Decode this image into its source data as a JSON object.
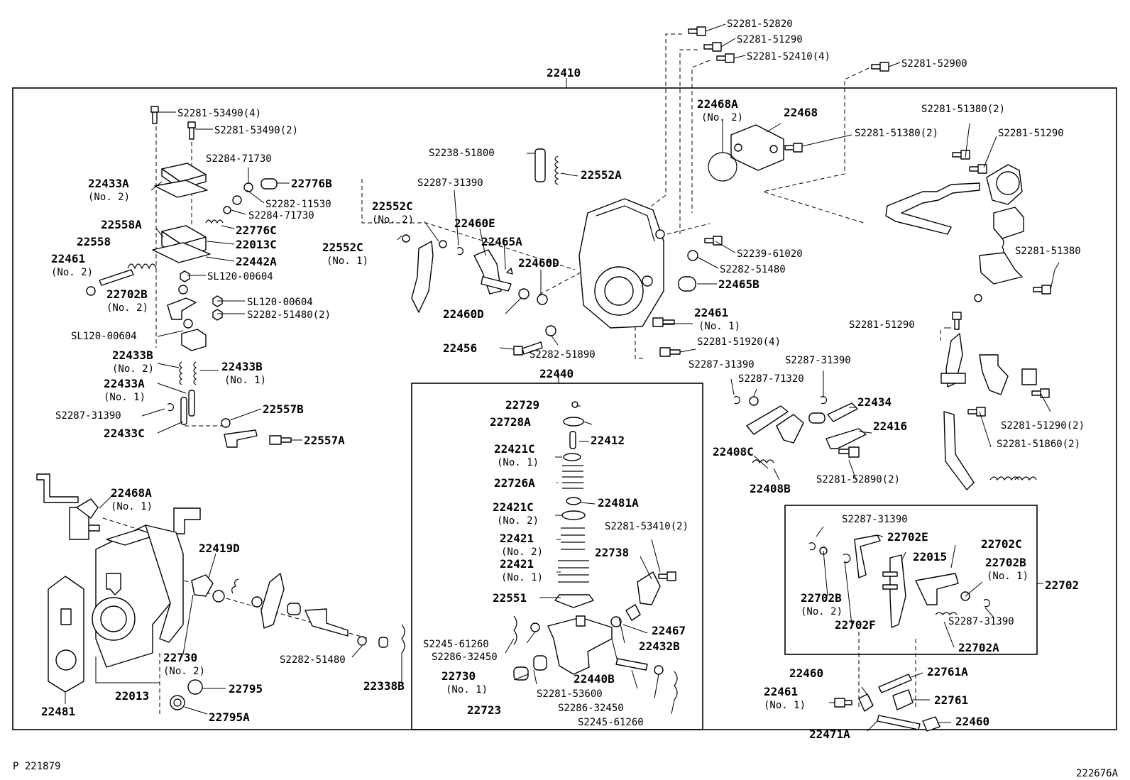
{
  "footer": {
    "left": "P 221879",
    "right": "222676A"
  },
  "labels": [
    {
      "id": "l22410",
      "text": "22410"
    },
    {
      "id": "lS2281_52820",
      "text": "S2281-52820"
    },
    {
      "id": "lS2281_51290a",
      "text": "S2281-51290"
    },
    {
      "id": "lS2281_52410",
      "text": "S2281-52410(4)"
    },
    {
      "id": "lS2281_52900",
      "text": "S2281-52900"
    },
    {
      "id": "lS2281_53490_4",
      "text": "S2281-53490(4)"
    },
    {
      "id": "lS2281_53490_2",
      "text": "S2281-53490(2)"
    },
    {
      "id": "lS2284_71730a",
      "text": "S2284-71730"
    },
    {
      "id": "l22433A_2",
      "text": "22433A"
    },
    {
      "id": "l22433A_2n",
      "text": "(No. 2)"
    },
    {
      "id": "l22776B",
      "text": "22776B"
    },
    {
      "id": "lS2282_11530",
      "text": "S2282-11530"
    },
    {
      "id": "lS2284_71730b",
      "text": "S2284-71730"
    },
    {
      "id": "l22558A",
      "text": "22558A"
    },
    {
      "id": "l22558",
      "text": "22558"
    },
    {
      "id": "l22776C",
      "text": "22776C"
    },
    {
      "id": "l22013C",
      "text": "22013C"
    },
    {
      "id": "l22442A",
      "text": "22442A"
    },
    {
      "id": "l22461_2",
      "text": "22461"
    },
    {
      "id": "l22461_2n",
      "text": "(No. 2)"
    },
    {
      "id": "lSL120a",
      "text": "SL120-00604"
    },
    {
      "id": "l22702B_2a",
      "text": "22702B"
    },
    {
      "id": "l22702B_2an",
      "text": "(No. 2)"
    },
    {
      "id": "lSL120b",
      "text": "SL120-00604"
    },
    {
      "id": "lS2282_51480_2",
      "text": "S2282-51480(2)"
    },
    {
      "id": "lSL120c",
      "text": "SL120-00604"
    },
    {
      "id": "l22433B_2",
      "text": "22433B"
    },
    {
      "id": "l22433B_2n",
      "text": "(No. 2)"
    },
    {
      "id": "l22433B_1",
      "text": "22433B"
    },
    {
      "id": "l22433B_1n",
      "text": "(No. 1)"
    },
    {
      "id": "l22433A_1",
      "text": "22433A"
    },
    {
      "id": "l22433A_1n",
      "text": "(No. 1)"
    },
    {
      "id": "lS2287_31390a",
      "text": "S2287-31390"
    },
    {
      "id": "l22433C",
      "text": "22433C"
    },
    {
      "id": "l22557B",
      "text": "22557B"
    },
    {
      "id": "l22557A",
      "text": "22557A"
    },
    {
      "id": "l22468A_1",
      "text": "22468A"
    },
    {
      "id": "l22468A_1n",
      "text": "(No. 1)"
    },
    {
      "id": "l22419D",
      "text": "22419D"
    },
    {
      "id": "l22730_2",
      "text": "22730"
    },
    {
      "id": "l22730_2n",
      "text": "(No. 2)"
    },
    {
      "id": "l22795",
      "text": "22795"
    },
    {
      "id": "l22795A",
      "text": "22795A"
    },
    {
      "id": "l22013",
      "text": "22013"
    },
    {
      "id": "l22481",
      "text": "22481"
    },
    {
      "id": "lS2282_51480b",
      "text": "S2282-51480"
    },
    {
      "id": "l22338B",
      "text": "22338B"
    },
    {
      "id": "lS2238_51800",
      "text": "S2238-51800"
    },
    {
      "id": "l22552A",
      "text": "22552A"
    },
    {
      "id": "lS2287_31390b",
      "text": "S2287-31390"
    },
    {
      "id": "l22552C_2",
      "text": "22552C"
    },
    {
      "id": "l22552C_2n",
      "text": "(No. 2)"
    },
    {
      "id": "l22552C_1",
      "text": "22552C"
    },
    {
      "id": "l22552C_1n",
      "text": "(No. 1)"
    },
    {
      "id": "l22460E",
      "text": "22460E"
    },
    {
      "id": "l22465A",
      "text": "22465A"
    },
    {
      "id": "l22460D",
      "text": "22460D"
    },
    {
      "id": "l22460D_b",
      "text": "22460D"
    },
    {
      "id": "l22456",
      "text": "22456"
    },
    {
      "id": "lS2282_51890",
      "text": "S2282-51890"
    },
    {
      "id": "l22468A_2",
      "text": "22468A"
    },
    {
      "id": "l22468A_2n",
      "text": "(No. 2)"
    },
    {
      "id": "l22468",
      "text": "22468"
    },
    {
      "id": "lS2281_51380_2a",
      "text": "S2281-51380(2)"
    },
    {
      "id": "lS2281_51380_2b",
      "text": "S2281-51380(2)"
    },
    {
      "id": "lS2281_51290b",
      "text": "S2281-51290"
    },
    {
      "id": "lS2239_61020",
      "text": "S2239-61020"
    },
    {
      "id": "lS2282_51480c",
      "text": "S2282-51480"
    },
    {
      "id": "l22465B",
      "text": "22465B"
    },
    {
      "id": "l22461_1",
      "text": "22461"
    },
    {
      "id": "l22461_1n",
      "text": "(No. 1)"
    },
    {
      "id": "lS2281_51920",
      "text": "S2281-51920(4)"
    },
    {
      "id": "lS2281_51380c",
      "text": "S2281-51380"
    },
    {
      "id": "lS2281_51290c",
      "text": "S2281-51290"
    },
    {
      "id": "lS2281_51290_2",
      "text": "S2281-51290(2)"
    },
    {
      "id": "lS2281_51860_2",
      "text": "S2281-51860(2)"
    },
    {
      "id": "lS2287_31390c",
      "text": "S2287-31390"
    },
    {
      "id": "lS2287_31390d",
      "text": "S2287-31390"
    },
    {
      "id": "lS2287_71320",
      "text": "S2287-71320"
    },
    {
      "id": "l22434",
      "text": "22434"
    },
    {
      "id": "l22416",
      "text": "22416"
    },
    {
      "id": "l22408C",
      "text": "22408C"
    },
    {
      "id": "l22408B",
      "text": "22408B"
    },
    {
      "id": "lS2281_52890",
      "text": "S2281-52890(2)"
    },
    {
      "id": "l22440",
      "text": "22440"
    },
    {
      "id": "l22729",
      "text": "22729"
    },
    {
      "id": "l22728A",
      "text": "22728A"
    },
    {
      "id": "l22412",
      "text": "22412"
    },
    {
      "id": "l22421C_1",
      "text": "22421C"
    },
    {
      "id": "l22421C_1n",
      "text": "(No. 1)"
    },
    {
      "id": "l22726A",
      "text": "22726A"
    },
    {
      "id": "l22481A",
      "text": "22481A"
    },
    {
      "id": "l22421C_2",
      "text": "22421C"
    },
    {
      "id": "l22421C_2n",
      "text": "(No. 2)"
    },
    {
      "id": "lS2281_53410",
      "text": "S2281-53410(2)"
    },
    {
      "id": "l22421_2",
      "text": "22421"
    },
    {
      "id": "l22421_2n",
      "text": "(No. 2)"
    },
    {
      "id": "l22738",
      "text": "22738"
    },
    {
      "id": "l22421_1",
      "text": "22421"
    },
    {
      "id": "l22421_1n",
      "text": "(No. 1)"
    },
    {
      "id": "l22551",
      "text": "22551"
    },
    {
      "id": "l22467",
      "text": "22467"
    },
    {
      "id": "lS2245_61260a",
      "text": "S2245-61260"
    },
    {
      "id": "l22432B",
      "text": "22432B"
    },
    {
      "id": "lS2286_32450a",
      "text": "S2286-32450"
    },
    {
      "id": "l22730_1",
      "text": "22730"
    },
    {
      "id": "l22730_1n",
      "text": "(No. 1)"
    },
    {
      "id": "l22440B",
      "text": "22440B"
    },
    {
      "id": "lS2281_53600",
      "text": "S2281-53600"
    },
    {
      "id": "l22723",
      "text": "22723"
    },
    {
      "id": "lS2286_32450b",
      "text": "S2286-32450"
    },
    {
      "id": "lS2245_61260b",
      "text": "S2245-61260"
    },
    {
      "id": "lS2287_31390e",
      "text": "S2287-31390"
    },
    {
      "id": "l22702E",
      "text": "22702E"
    },
    {
      "id": "l22702C",
      "text": "22702C"
    },
    {
      "id": "l22015",
      "text": "22015"
    },
    {
      "id": "l22702B_1",
      "text": "22702B"
    },
    {
      "id": "l22702B_1n",
      "text": "(No. 1)"
    },
    {
      "id": "l22702",
      "text": "22702"
    },
    {
      "id": "l22702B_2b",
      "text": "22702B"
    },
    {
      "id": "l22702B_2bn",
      "text": "(No. 2)"
    },
    {
      "id": "l22702F",
      "text": "22702F"
    },
    {
      "id": "lS2287_31390f",
      "text": "S2287-31390"
    },
    {
      "id": "l22702A",
      "text": "22702A"
    },
    {
      "id": "l22460a",
      "text": "22460"
    },
    {
      "id": "l22761A",
      "text": "22761A"
    },
    {
      "id": "l22461_1b",
      "text": "22461"
    },
    {
      "id": "l22461_1bn",
      "text": "(No. 1)"
    },
    {
      "id": "l22761",
      "text": "22761"
    },
    {
      "id": "l22460b",
      "text": "22460"
    },
    {
      "id": "l22471A",
      "text": "22471A"
    }
  ]
}
